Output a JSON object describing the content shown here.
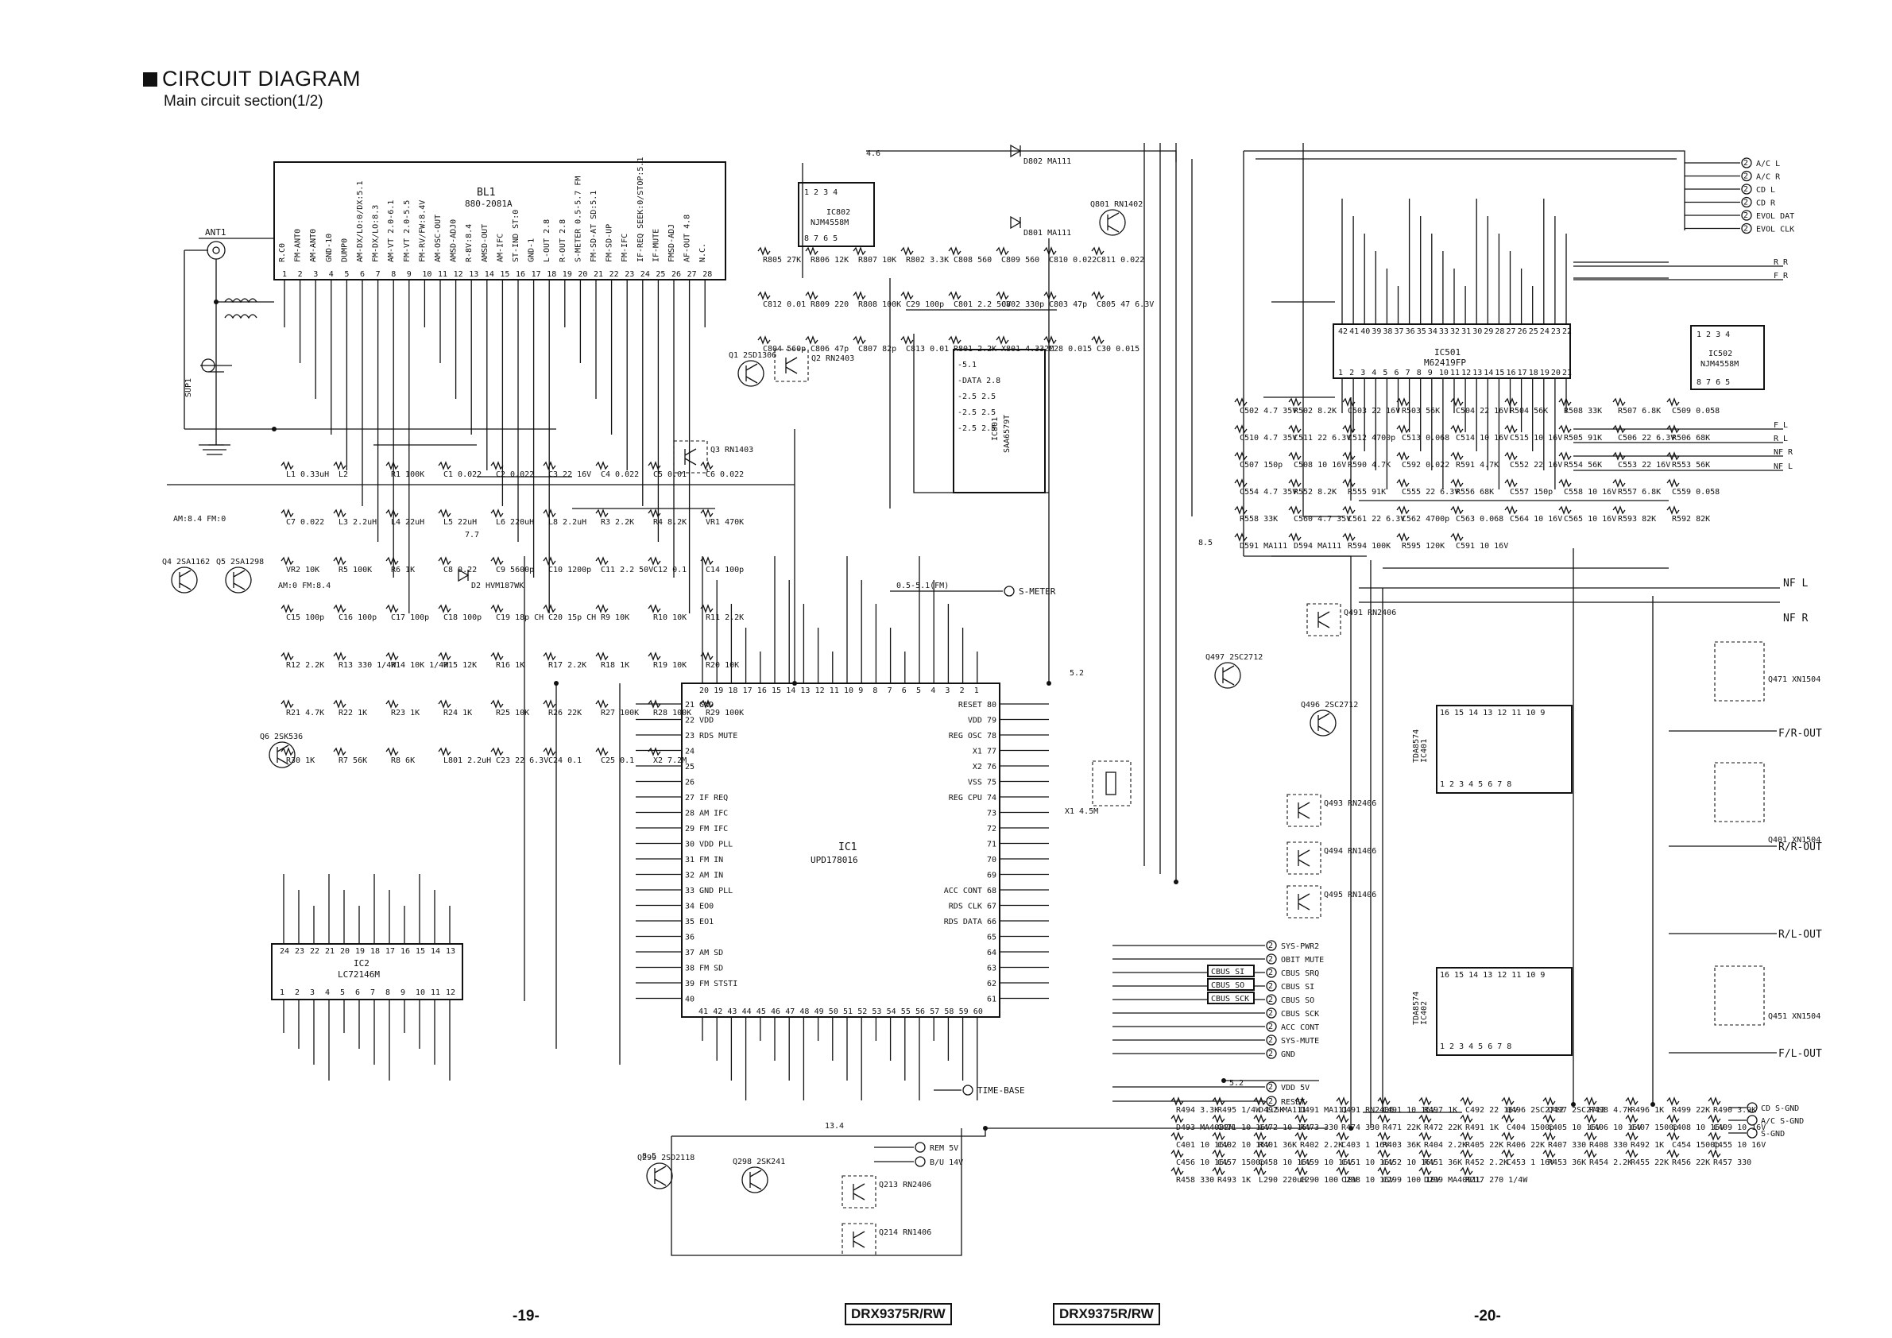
{
  "header": {
    "title": "CIRCUIT DIAGRAM",
    "subtitle": "Main circuit section(1/2)"
  },
  "footer": {
    "page_left": "-19-",
    "page_right": "-20-",
    "model_left": "DRX9375R/RW",
    "model_right": "DRX9375R/RW"
  },
  "components": {
    "bl1": {
      "ref": "BL1",
      "part": "880-2081A"
    },
    "ic1": {
      "ref": "IC1",
      "part": "UPD178016"
    },
    "ic2": {
      "ref": "IC2",
      "part": "LC72146M"
    },
    "ic401": {
      "ref": "IC401",
      "part": "TDA8574"
    },
    "ic402": {
      "ref": "IC402",
      "part": "TDA8574"
    },
    "ic501": {
      "ref": "IC501",
      "part": "M62419FP"
    },
    "ic502": {
      "ref": "IC502",
      "part": "NJM4558M"
    },
    "ic801": {
      "ref": "IC801",
      "part": "SAA6579T"
    },
    "ic802": {
      "ref": "IC802",
      "part": "NJM4558M"
    },
    "q1": "Q1 2SD1306",
    "q2": "Q2 RN2403",
    "q3": "Q3 RN1403",
    "q4": "Q4 2SA1162",
    "q5": "Q5 2SA1298",
    "q6": "Q6 2SK536",
    "q298": "Q298 2SK241",
    "q299": "Q299 2SD2118",
    "q214": "Q214 RN1406",
    "q213": "Q213 RN2406",
    "q491": "Q491 RN2406",
    "q493": "Q493 RN2406",
    "q494": "Q494 RN1406",
    "q495": "Q495 RN1406",
    "q496": "Q496 2SC2712",
    "q497": "Q497 2SC2712",
    "q401": "Q401 XN1504",
    "q451": "Q451 XN1504",
    "q471": "Q471 XN1504",
    "d2": "D2 HVM187WK",
    "d801": "D801 MA111",
    "d802": "D802 MA111",
    "q801": "Q801 RN1402",
    "x1": "X1 4.5M",
    "ant": "ANT1",
    "sup1": "SUP1"
  },
  "connectors": {
    "right_top": [
      "A/C L",
      "A/C R",
      "CD L",
      "CD R",
      "EVOL DAT",
      "EVOL CLK"
    ],
    "right_nets": [
      "R R",
      "F R",
      "F L",
      "R L",
      "NF R",
      "NF L"
    ],
    "outputs": [
      "F/R-OUT",
      "R/R-OUT",
      "R/L-OUT",
      "F/L-OUT"
    ],
    "nf": [
      "NF L",
      "NF R"
    ],
    "mid_bus": [
      "SYS-PWR2",
      "OBIT MUTE",
      "CBUS SRQ",
      "CBUS SI",
      "CBUS SO",
      "CBUS SCK",
      "ACC CONT",
      "SYS-MUTE",
      "GND",
      "VDD 5V",
      "RESET"
    ],
    "mid_bus_wires": [
      "CBUS SI",
      "CBUS SO",
      "CBUS SCK"
    ],
    "bottom_left": [
      "REM 5V",
      "B/U 14V"
    ],
    "gnd_right": [
      "CD S-GND",
      "A/C S-GND",
      "S-GND"
    ],
    "s_meter": "S-METER",
    "time_base": "TIME-BASE"
  },
  "net_labels": {
    "am_fm": "AM:8.4 FM:0",
    "am_fm2": "AM:0 FM:8.4",
    "s_meter_v": "0.5-5.1(FM)",
    "vdd5": "5.2",
    "v85": "8.5",
    "v77": "7.7",
    "v134": "13.4",
    "v51": "5.1",
    "v46": "4.6"
  },
  "bl1_pins": [
    "R.C0",
    "FM-ANT0",
    "AM-ANT0",
    "GND-10",
    "DUMP0",
    "AM-DX/LO:0/DX:5.1",
    "FM-DX/LO:8.3",
    "AM-VT 2.0-6.1",
    "FM-VT 2.0-5.5",
    "FM-RV/FW:8.4V",
    "AM-OSC-OUT",
    "AMSD-ADJ0",
    "R-8V:8.4",
    "AMSD-OUT",
    "AM-IFC",
    "ST-IND ST:0",
    "GND-1",
    "L-OUT 2.8",
    "R-OUT 2.8",
    "S-METER 0.5-5.7 FM",
    "FM-SD-AT SD:5.1",
    "FM-SD-UP",
    "FM-IFC",
    "IF-REQ SEEK:0/STOP:5.1",
    "IF-MUTE",
    "FMSD-ADJ",
    "AF-OUT 4.8",
    "N.C."
  ],
  "ic1_left": [
    "21 GND",
    "22 VDD",
    "23 RDS MUTE",
    "24",
    "25",
    "26",
    "27 IF REQ",
    "28 AM IFC",
    "29 FM IFC",
    "30 VDD PLL",
    "31 FM IN",
    "32 AM IN",
    "33 GND PLL",
    "34 EO0",
    "35 EO1",
    "36",
    "37 AM SD",
    "38 FM SD",
    "39 FM STSTI",
    "40"
  ],
  "ic1_right": [
    "RESET 80",
    "VDD 79",
    "REG OSC 78",
    "X1 77",
    "X2 76",
    "VSS 75",
    "REG CPU 74",
    "73",
    "72",
    "71",
    "70",
    "69",
    "ACC CONT 68",
    "RDS CLK 67",
    "RDS DATA 66",
    "65",
    "64",
    "63",
    "62",
    "61"
  ],
  "ic1_top": [
    "20",
    "19",
    "18",
    "17",
    "16",
    "15",
    "14",
    "13",
    "12",
    "11",
    "10",
    "9",
    "8",
    "7",
    "6",
    "5",
    "4",
    "3",
    "2",
    "1"
  ],
  "ic1_bottom": [
    "41",
    "42",
    "43",
    "44",
    "45",
    "46",
    "47",
    "48",
    "49",
    "50",
    "51",
    "52",
    "53",
    "54",
    "55",
    "56",
    "57",
    "58",
    "59",
    "60"
  ],
  "ic2_top": [
    "24",
    "23",
    "22",
    "21",
    "20",
    "19",
    "18",
    "17",
    "16",
    "15",
    "14",
    "13"
  ],
  "ic2_bot": [
    "1",
    "2",
    "3",
    "4",
    "5",
    "6",
    "7",
    "8",
    "9",
    "10",
    "11",
    "12"
  ],
  "ic501_top": [
    "42",
    "41",
    "40",
    "39",
    "38",
    "37",
    "36",
    "35",
    "34",
    "33",
    "32",
    "31",
    "30",
    "29",
    "28",
    "27",
    "26",
    "25",
    "24",
    "23",
    "22"
  ],
  "ic501_bot": [
    "1",
    "2",
    "3",
    "4",
    "5",
    "6",
    "7",
    "8",
    "9",
    "10",
    "11",
    "12",
    "13",
    "14",
    "15",
    "16",
    "17",
    "18",
    "19",
    "20",
    "21"
  ],
  "ic401_pins": [
    "1",
    "2",
    "3",
    "4",
    "5",
    "6",
    "7",
    "8",
    "9",
    "10",
    "11",
    "12",
    "13",
    "14",
    "15",
    "16"
  ],
  "parts_left": [
    "L1 0.33uH",
    "L2",
    "R1 100K",
    "C1 0.022",
    "C2 0.022",
    "C3 22 16V",
    "C4 0.022",
    "C5 0.01",
    "C6 0.022",
    "C7 0.022",
    "L3 2.2uH",
    "L4 22uH",
    "L5 22uH",
    "L6 220uH",
    "L8 2.2uH",
    "R3 2.2K",
    "R4 8.2K",
    "VR1 470K",
    "VR2 10K",
    "R5 100K",
    "R6 1K",
    "C8 0.22",
    "C9 5600p",
    "C10 1200p",
    "C11 2.2 50V",
    "C12 0.1",
    "C14 100p",
    "C15 100p",
    "C16 100p",
    "C17 100p",
    "C18 100p",
    "C19 18p CH",
    "C20 15p CH",
    "R9 10K",
    "R10 10K",
    "R11 2.2K",
    "R12 2.2K",
    "R13 330 1/4W",
    "R14 10K 1/4W",
    "R15 12K",
    "R16 1K",
    "R17 2.2K",
    "R18 1K",
    "R19 10K",
    "R20 10K",
    "R21 4.7K",
    "R22 1K",
    "R23 1K",
    "R24 1K",
    "R25 10K",
    "R26 22K",
    "R27 100K",
    "R28 100K",
    "R29 100K",
    "R30 1K",
    "R7 56K",
    "R8 6K",
    "L801 2.2uH",
    "C23 22 6.3V",
    "C24 0.1",
    "C25 0.1",
    "X2 7.2M"
  ],
  "parts_rds": [
    "R805 27K",
    "R806 12K",
    "R807 10K",
    "R802 3.3K",
    "C808 560",
    "C809 560",
    "C810 0.022",
    "C811 0.022",
    "C812 0.01",
    "R809 220",
    "R808 100K",
    "C29 100p",
    "C801 2.2 50V",
    "C802 330p",
    "C803 47p",
    "C805 47 6.3V",
    "C804 560p",
    "C806 47p",
    "C807 82p",
    "C813 0.01",
    "R801 2.2K",
    "X801 4.332M",
    "C28 0.015",
    "C30 0.015"
  ],
  "parts_audio": [
    "C502 4.7 35V",
    "R502 8.2K",
    "C503 22 16V",
    "R503 56K",
    "C504 22 16V",
    "R504 56K",
    "R508 33K",
    "R507 6.8K",
    "C509 0.058",
    "C510 4.7 35V",
    "C511 22 6.3V",
    "C512 4700p",
    "C513 0.068",
    "C514 10 16V",
    "C515 10 16V",
    "R505 91K",
    "C506 22 6.3V",
    "R506 68K",
    "C507 150p",
    "C508 10 16V",
    "R590 4.7K",
    "C592 0.022",
    "R591 4.7K",
    "C552 22 16V",
    "R554 56K",
    "C553 22 16V",
    "R553 56K",
    "C554 4.7 35V",
    "R552 8.2K",
    "R555 91K",
    "C555 22 6.3V",
    "R556 68K",
    "C557 150p",
    "C558 10 16V",
    "R557 6.8K",
    "C559 0.058",
    "R558 33K",
    "C560 4.7 35V",
    "C561 22 6.3V",
    "C562 4700p",
    "C563 0.068",
    "C564 10 16V",
    "C565 10 16V",
    "R593 82K",
    "R592 82K",
    "D591 MA111",
    "D594 MA111",
    "R594 100K",
    "R595 120K",
    "C591 10 16V"
  ],
  "parts_amp": [
    "R494 3.3K",
    "R495 1/4W 1.5K",
    "D492 MA111",
    "D491 MA111",
    "Q491 RN2406",
    "C491 10 16V",
    "R497 1K",
    "C492 22 16V",
    "Q496 2SC2712",
    "Q497 2SC2712",
    "R498 4.7K",
    "R496 1K",
    "R499 22K",
    "R490 3.9K",
    "D493 MA4082H",
    "C471 10 16V",
    "C472 10 16V",
    "R473 330",
    "R474 330",
    "R471 22K",
    "R472 22K",
    "R491 1K",
    "C404 1500p",
    "C405 10 16V",
    "C406 10 16V",
    "C407 1500p",
    "C408 10 16V",
    "C409 10 16V",
    "C401 10 16V",
    "C402 10 16V",
    "R401 36K",
    "R402 2.2K",
    "C403 1 16V",
    "R403 36K",
    "R404 2.2K",
    "R405 22K",
    "R406 22K",
    "R407 330",
    "R408 330",
    "R492 1K",
    "C454 1500p",
    "C455 10 16V",
    "C456 10 16V",
    "C457 1500p",
    "C458 10 16V",
    "C459 10 16V",
    "C451 10 16V",
    "C452 10 16V",
    "R451 36K",
    "R452 2.2K",
    "C453 1 16V",
    "R453 36K",
    "R454 2.2K",
    "R455 22K",
    "R456 22K",
    "R457 330",
    "R458 330",
    "R493 1K",
    "L290 220uH",
    "C290 100 10V",
    "C298 10 16V",
    "C299 100 10V",
    "D299 MA4091L",
    "R217 270 1/4W"
  ]
}
